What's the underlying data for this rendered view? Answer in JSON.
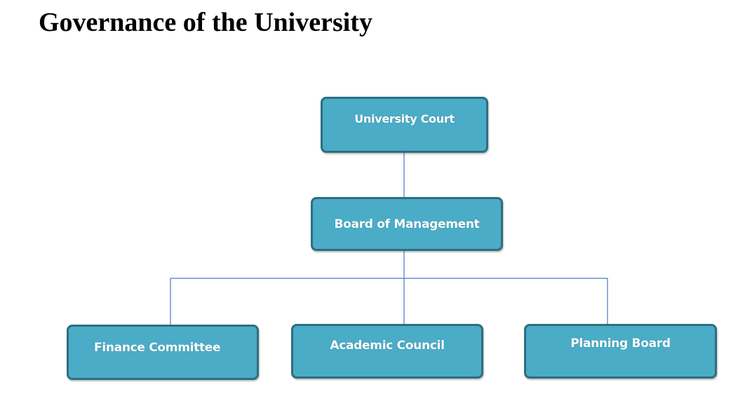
{
  "title": "Governance of the University",
  "diagram": {
    "nodes": [
      {
        "id": "court",
        "label": "University Court"
      },
      {
        "id": "board",
        "label": "Board of Management"
      },
      {
        "id": "finance",
        "label": "Finance Committee"
      },
      {
        "id": "academic",
        "label": "Academic Council"
      },
      {
        "id": "planning",
        "label": "Planning Board"
      }
    ],
    "edges": [
      {
        "from": "court",
        "to": "board"
      },
      {
        "from": "board",
        "to": "finance"
      },
      {
        "from": "board",
        "to": "academic"
      },
      {
        "from": "board",
        "to": "planning"
      }
    ],
    "colors": {
      "node_fill": "#4aacc6",
      "node_border": "#2c6f80",
      "connector": "#4a76c6",
      "node_text": "#ffffff"
    }
  }
}
